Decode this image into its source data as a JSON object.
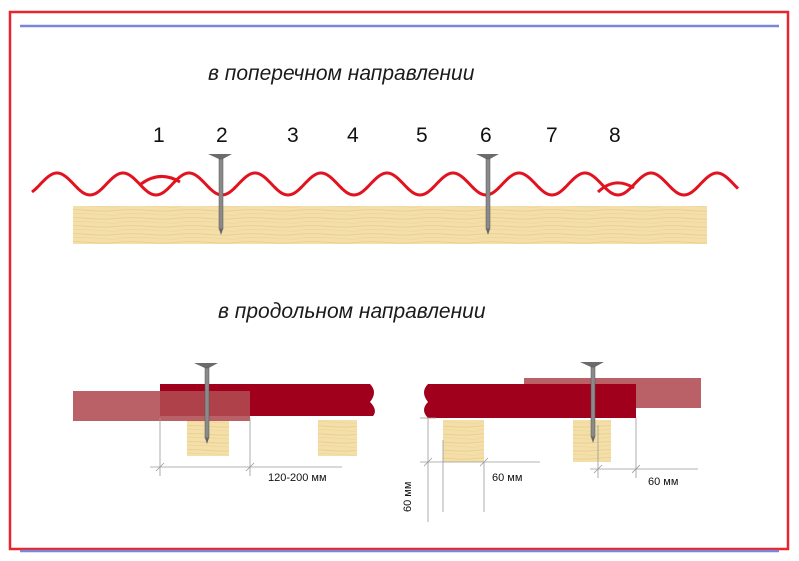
{
  "titles": {
    "transverse": "в поперечном направлении",
    "longitudinal": "в продольном направлении"
  },
  "ribs": [
    "1",
    "2",
    "3",
    "4",
    "5",
    "6",
    "7",
    "8"
  ],
  "dimensions": {
    "overlap": "120-200 мм",
    "distance_left": "60 мм",
    "distance_right": "60 мм",
    "distance_vertical": "60 мм"
  },
  "colors": {
    "frame_red": "#e8242c",
    "frame_blue": "#7a87d6",
    "sheet_red": "#a0001c",
    "sheet_faded": "#b14a52",
    "wave_red": "#e2131f",
    "timber": "#f4dfa8",
    "screw": "#8a8a8a"
  }
}
